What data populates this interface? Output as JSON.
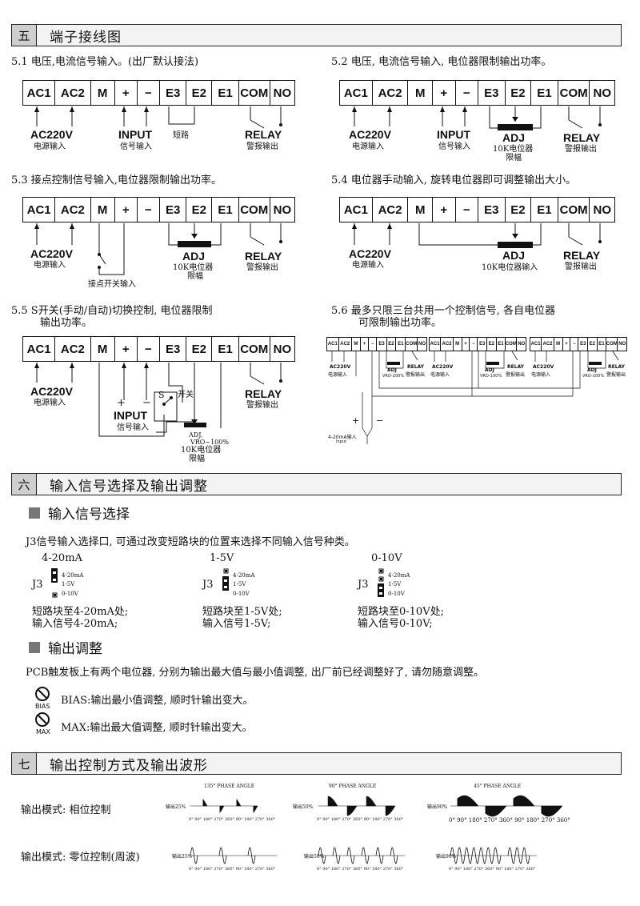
{
  "sec5": {
    "num": "五",
    "title": "端子接线图",
    "d1": {
      "caption": "5.1 电压,电流信号输入。(出厂默认接法)",
      "terms": [
        "AC1",
        "AC2",
        "M",
        "+",
        "−",
        "E3",
        "E2",
        "E1",
        "COM",
        "NO"
      ],
      "ac": "AC220V",
      "ac_sub": "电源输入",
      "input": "INPUT",
      "input_sub": "信号输入",
      "short": "短路",
      "relay": "RELAY",
      "relay_sub": "警报输出"
    },
    "d2": {
      "caption": "5.2 电压, 电流信号输入, 电位器限制输出功率。",
      "terms": [
        "AC1",
        "AC2",
        "M",
        "+",
        "−",
        "E3",
        "E2",
        "E1",
        "COM",
        "NO"
      ],
      "ac": "AC220V",
      "ac_sub": "电源输入",
      "input": "INPUT",
      "input_sub": "信号输入",
      "adj": "ADJ",
      "adj_sub": "10K电位器",
      "adj_sub2": "限幅",
      "relay": "RELAY",
      "relay_sub": "警报输出"
    },
    "d3": {
      "caption": "5.3 接点控制信号输入,电位器限制输出功率。",
      "terms": [
        "AC1",
        "AC2",
        "M",
        "+",
        "−",
        "E3",
        "E2",
        "E1",
        "COM",
        "NO"
      ],
      "ac": "AC220V",
      "ac_sub": "电源输入",
      "switch_sub": "接点开关输入",
      "adj": "ADJ",
      "adj_sub": "10K电位器",
      "adj_sub2": "限幅",
      "relay": "RELAY",
      "relay_sub": "警报输出"
    },
    "d4": {
      "caption": "5.4 电位器手动输入, 旋转电位器即可调整输出大小。",
      "terms": [
        "AC1",
        "AC2",
        "M",
        "+",
        "−",
        "E3",
        "E2",
        "E1",
        "COM",
        "NO"
      ],
      "ac": "AC220V",
      "ac_sub": "电源输入",
      "adj": "ADJ",
      "adj_sub": "10K电位器输入",
      "relay": "RELAY",
      "relay_sub": "警报输出"
    },
    "d5": {
      "caption_l1": "5.5  S开关(手动/自动)切换控制, 电位器限制",
      "caption_l2": "输出功率。",
      "terms": [
        "AC1",
        "AC2",
        "M",
        "+",
        "−",
        "E3",
        "E2",
        "E1",
        "COM",
        "NO"
      ],
      "ac": "AC220V",
      "ac_sub": "电源输入",
      "plus": "+",
      "minus": "−",
      "input": "INPUT",
      "input_sub": "信号输入",
      "s": "S",
      "switch": "开关",
      "adj": "ADJ.",
      "adj_sub1": "VRO~100%",
      "adj_sub2": "10K电位器",
      "adj_sub3": "限幅",
      "relay": "RELAY",
      "relay_sub": "警报输出"
    },
    "d6": {
      "caption_l1": "5.6 最多只限三台共用一个控制信号, 各自电位器",
      "caption_l2": "可限制输出功率。",
      "terms": [
        "AC1",
        "AC2",
        "M",
        "+",
        "−",
        "E3",
        "E2",
        "E1",
        "COM",
        "NO"
      ],
      "ac": "AC220V",
      "ac_sub": "电源输入",
      "adj": "ADJ",
      "adj_sub": "VRO-100%",
      "relay": "RELAY",
      "relay_sub": "警报输出",
      "plus": "+",
      "minus": "−",
      "src": "4-20mA输入",
      "src2": "Input"
    }
  },
  "sec6": {
    "num": "六",
    "title": "输入信号选择及输出调整",
    "sub1": "输入信号选择",
    "desc": "J3信号输入选择口, 可通过改变短路块的位置来选择不同输入信号种类。",
    "options": [
      {
        "head": "4-20mA",
        "j": "J3",
        "o1": "4-20mA",
        "o2": "1-5V",
        "o3": "0-10V",
        "l1": "短路块至4-20mA处;",
        "l2": "输入信号4-20mA;"
      },
      {
        "head": "1-5V",
        "j": "J3",
        "o1": "4-20mA",
        "o2": "1-5V",
        "o3": "0-10V",
        "l1": "短路块至1-5V处;",
        "l2": "输入信号1-5V;"
      },
      {
        "head": "0-10V",
        "j": "J3",
        "o1": "4-20mA",
        "o2": "1-5V",
        "o3": "0-10V",
        "l1": "短路块至0-10V处;",
        "l2": "输入信号0-10V;"
      }
    ],
    "sub2": "输出调整",
    "desc2": "PCB触发板上有两个电位器, 分别为输出最大值与最小值调整, 出厂前已经调整好了, 请勿随意调整。",
    "bias_icon": "BIAS",
    "bias": "BIAS:输出最小值调整, 顺时针输出变大。",
    "max_icon": "MAX",
    "max": "MAX:输出最大值调整, 顺时针输出变大。"
  },
  "sec7": {
    "num": "七",
    "title": "输出控制方式及输出波形",
    "mode1": "输出模式: 相位控制",
    "mode2": "输出模式: 零位控制(周波)",
    "phase": [
      {
        "angle": "135° PHASE ANGLE",
        "out": "输出25%"
      },
      {
        "angle": "90° PHASE ANGLE",
        "out": "输出50%"
      },
      {
        "angle": "45° PHASE ANGLE",
        "out": "输出90%"
      }
    ],
    "axis": "0° 90° 180° 270° 360° 90° 180° 270° 360°",
    "zero": [
      {
        "out": "输出25%"
      },
      {
        "out": "输出50%"
      },
      {
        "out": "输出90%"
      }
    ]
  }
}
